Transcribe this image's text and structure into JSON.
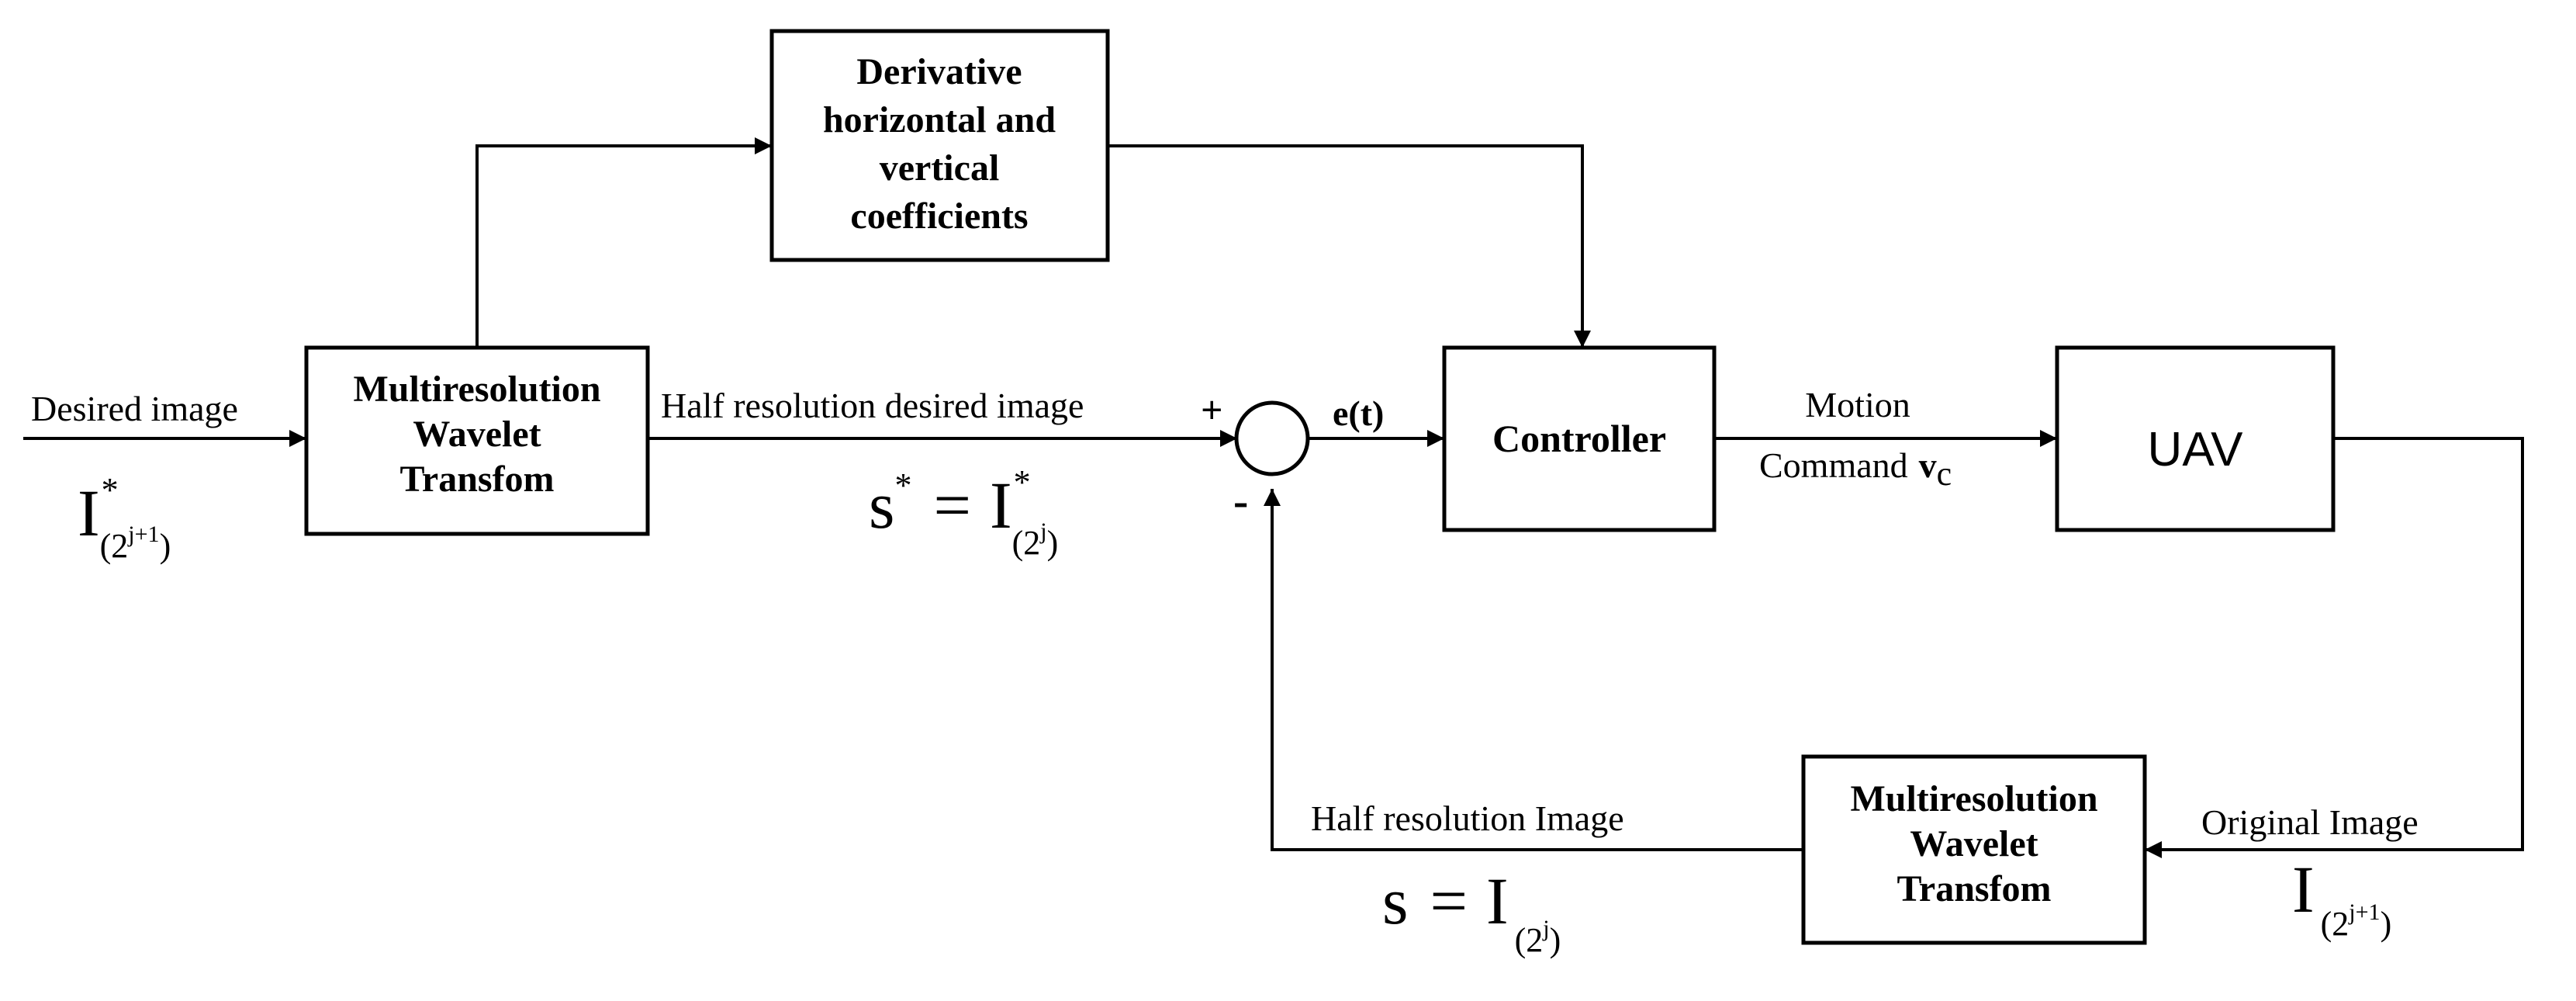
{
  "diagram": {
    "blocks": {
      "mwt_top": {
        "lines": [
          "Multiresolution",
          "Wavelet",
          "Transfom"
        ]
      },
      "derivative": {
        "lines": [
          "Derivative",
          "horizontal and",
          "vertical",
          "coefficients"
        ]
      },
      "controller": {
        "label": "Controller"
      },
      "uav": {
        "label": "UAV"
      },
      "mwt_bottom": {
        "lines": [
          "Multiresolution",
          "Wavelet",
          "Transfom"
        ]
      }
    },
    "signals": {
      "desired_image": "Desired image",
      "half_res_desired": "Half resolution desired image",
      "error": "e(t)",
      "motion": "Motion",
      "command": "Command",
      "command_var": "v",
      "command_sub": "c",
      "original_image": "Original Image",
      "half_res_image": "Half resolution Image",
      "plus_sign": "+",
      "minus_sign": "-"
    },
    "math": {
      "input": {
        "base": "I",
        "sup": "*",
        "sub_base": "(2",
        "sub_exp": "j+1",
        "sub_close": ")"
      },
      "s_star": {
        "lhs": "s",
        "lhs_sup": "*",
        "eq": "=",
        "base": "I",
        "sup": "*",
        "sub_base": "(2",
        "sub_exp": "j",
        "sub_close": ")"
      },
      "s": {
        "lhs": "s",
        "eq": "=",
        "base": "I",
        "sub_base": "(2",
        "sub_exp": "j",
        "sub_close": ")"
      },
      "original": {
        "base": "I",
        "sub_base": "(2",
        "sub_exp": "j+1",
        "sub_close": ")"
      }
    }
  }
}
